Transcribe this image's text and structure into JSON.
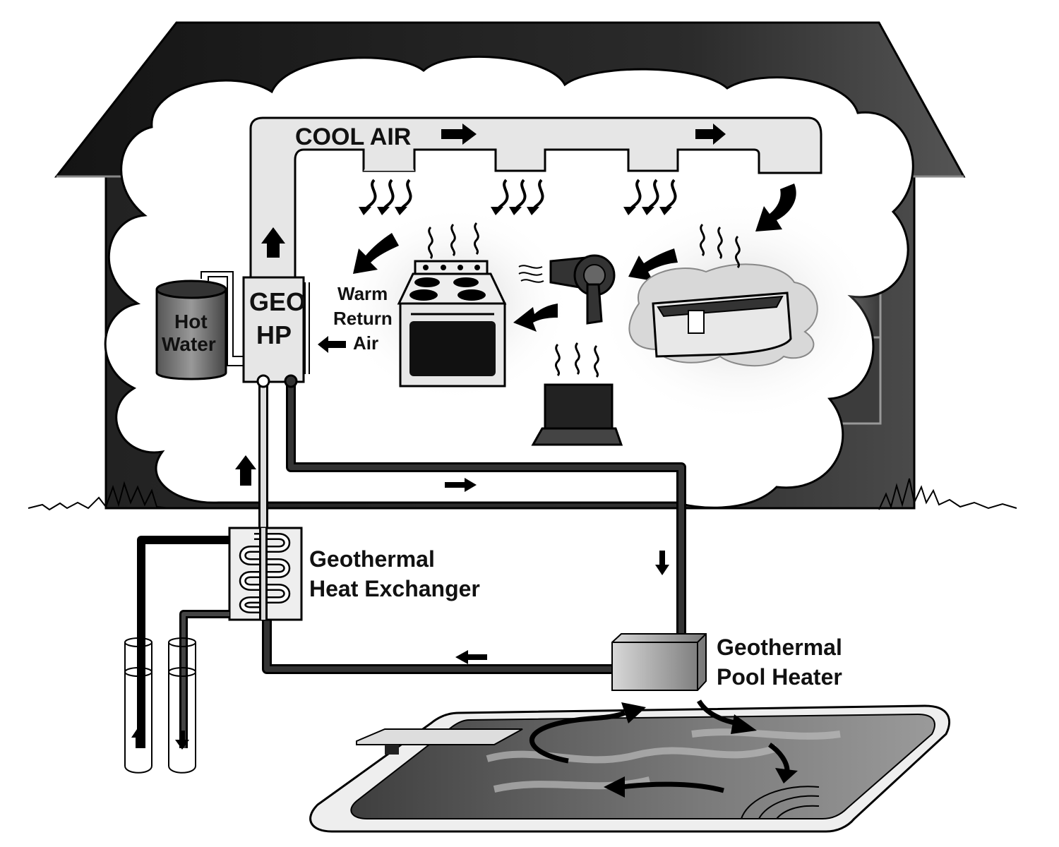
{
  "labels": {
    "cool_air": "COOL AIR",
    "geo_hp_line1": "GEO",
    "geo_hp_line2": "HP",
    "hot_water_line1": "Hot",
    "hot_water_line2": "Water",
    "warm_return_line1": "Warm",
    "warm_return_line2": "Return",
    "warm_return_line3": "Air",
    "heat_exchanger_line1": "Geothermal",
    "heat_exchanger_line2": "Heat Exchanger",
    "pool_heater_line1": "Geothermal",
    "pool_heater_line2": "Pool Heater"
  },
  "colors": {
    "house": "#2a2a2a",
    "roof": "#1e1e1e",
    "cloud": "#ffffff",
    "duct": "#e6e6e6",
    "pipe": "#222222",
    "pool_water": "#6a6a6a",
    "outline": "#000000"
  }
}
